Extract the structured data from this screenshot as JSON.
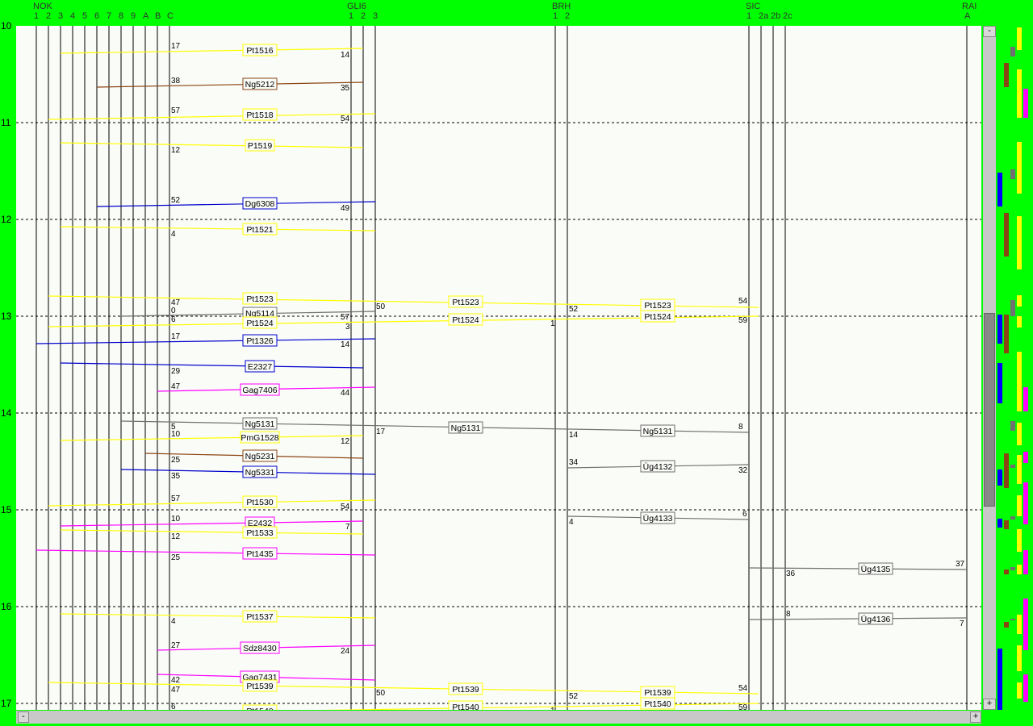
{
  "stations": [
    {
      "name": "NOK",
      "tracks": [
        "1",
        "2",
        "3",
        "4",
        "5",
        "6",
        "7",
        "8",
        "9",
        "A",
        "B",
        "C"
      ]
    },
    {
      "name": "GLI6",
      "tracks": [
        "1",
        "2",
        "3"
      ]
    },
    {
      "name": "BRH",
      "tracks": [
        "1",
        "2"
      ]
    },
    {
      "name": "SIC",
      "tracks": [
        "1",
        "2a",
        "2b",
        "2c"
      ]
    },
    {
      "name": "RAI",
      "tracks": [
        "A"
      ]
    }
  ],
  "hours": [
    "10",
    "11",
    "12",
    "13",
    "14",
    "15",
    "16",
    "17"
  ],
  "trains": [
    {
      "id": "Pt1516",
      "color": "#ffff00"
    },
    {
      "id": "Ng5212",
      "color": "#8b4513"
    },
    {
      "id": "Pt1518",
      "color": "#ffff00"
    },
    {
      "id": "P1519",
      "color": "#ffff00"
    },
    {
      "id": "Dg6308",
      "color": "#0000cc"
    },
    {
      "id": "Pt1521",
      "color": "#ffff00"
    },
    {
      "id": "Pt1523",
      "color": "#ffff00"
    },
    {
      "id": "Ng5114",
      "color": "#707070"
    },
    {
      "id": "Pt1524",
      "color": "#ffff00"
    },
    {
      "id": "Pt1326",
      "color": "#0000cc"
    },
    {
      "id": "E2327",
      "color": "#0000cc"
    },
    {
      "id": "Gag7406",
      "color": "#ff00ff"
    },
    {
      "id": "Ng5131",
      "color": "#707070"
    },
    {
      "id": "PmG1528",
      "color": "#ffff00"
    },
    {
      "id": "Ng5231",
      "color": "#8b4513"
    },
    {
      "id": "Ng5331",
      "color": "#0000cc"
    },
    {
      "id": "Üg4132",
      "color": "#707070"
    },
    {
      "id": "Pt1530",
      "color": "#ffff00"
    },
    {
      "id": "E2432",
      "color": "#ff00ff"
    },
    {
      "id": "Üg4133",
      "color": "#707070"
    },
    {
      "id": "Pt1533",
      "color": "#ffff00"
    },
    {
      "id": "Pt1435",
      "color": "#ff00ff"
    },
    {
      "id": "Üg4135",
      "color": "#707070"
    },
    {
      "id": "Pt1537",
      "color": "#ffff00"
    },
    {
      "id": "Üg4136",
      "color": "#707070"
    },
    {
      "id": "Sdz8430",
      "color": "#ff00ff"
    },
    {
      "id": "Gag7431",
      "color": "#ff00ff"
    },
    {
      "id": "Pt1539",
      "color": "#ffff00"
    },
    {
      "id": "Pt1540",
      "color": "#ffff00"
    }
  ],
  "minutes": [
    "17",
    "14",
    "38",
    "35",
    "57",
    "54",
    "12",
    "52",
    "49",
    "4",
    "47",
    "50",
    "52",
    "54",
    "0",
    "6",
    "57",
    "3",
    "1",
    "59",
    "17",
    "14",
    "29",
    "47",
    "44",
    "5",
    "17",
    "14",
    "8",
    "10",
    "12",
    "25",
    "35",
    "34",
    "32",
    "57",
    "54",
    "10",
    "7",
    "4",
    "6",
    "12",
    "25",
    "36",
    "37",
    "4",
    "8",
    "7",
    "27",
    "24",
    "42",
    "47",
    "50",
    "52",
    "54",
    "6",
    "1",
    "59"
  ],
  "scroll": {
    "up": "-",
    "down": "+",
    "left": "-",
    "right": "+"
  }
}
